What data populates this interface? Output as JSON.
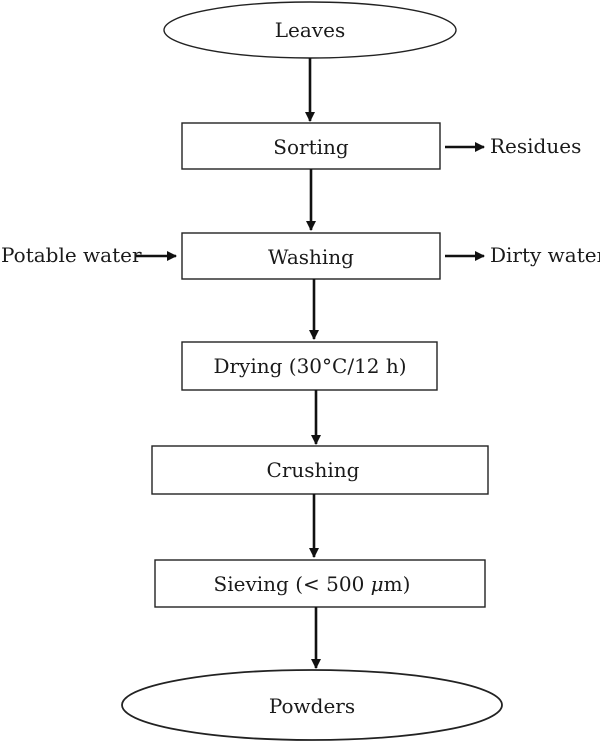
{
  "steps": {
    "leaves": "Leaves",
    "sorting": "Sorting",
    "washing": "Washing",
    "drying": "Drying (30°C/12 h)",
    "crushing": "Crushing",
    "sieving_pre": "Sieving (< 500 ",
    "sieving_unit": "μ",
    "sieving_post": "m)",
    "powders": "Powders"
  },
  "side": {
    "residues": "Residues",
    "potable_water": "Potable water",
    "dirty_water": "Dirty water"
  }
}
